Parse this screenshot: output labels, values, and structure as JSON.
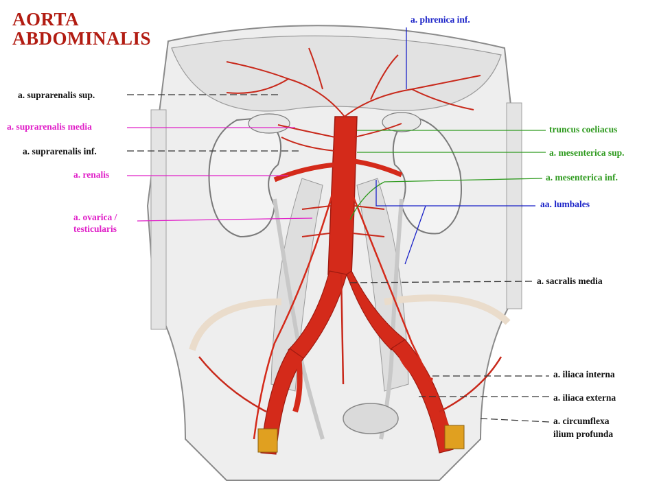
{
  "title": {
    "line1": "AORTA",
    "line2": "ABDOMINALIS"
  },
  "colors": {
    "title": "#b21c12",
    "black_label": "#111111",
    "magenta_label": "#e020c8",
    "green_label": "#2e9a1e",
    "blue_label": "#1a22c8",
    "artery": "#d42a1a",
    "artery_dark": "#9e1a10",
    "tissue": "#e6e6e6"
  },
  "labels": {
    "phrenica_inf": "a. phrenica inf.",
    "suprarenalis_sup": "a. suprarenalis sup.",
    "suprarenalis_media": "a. suprarenalis media",
    "suprarenalis_inf": "a. suprarenalis inf.",
    "renalis": "a. renalis",
    "ovarica_line1": "a. ovarica /",
    "ovarica_line2": "testicularis",
    "truncus_coeliacus": "truncus coeliacus",
    "mesenterica_sup": "a. mesenterica sup.",
    "mesenterica_inf": "a. mesenterica inf.",
    "lumbales": "aa. lumbales",
    "sacralis_media": "a. sacralis media",
    "iliaca_interna": "a. iliaca interna",
    "iliaca_externa": "a. iliaca externa",
    "circumflexa_line1": "a. circumflexa",
    "circumflexa_line2": "ilium profunda"
  }
}
